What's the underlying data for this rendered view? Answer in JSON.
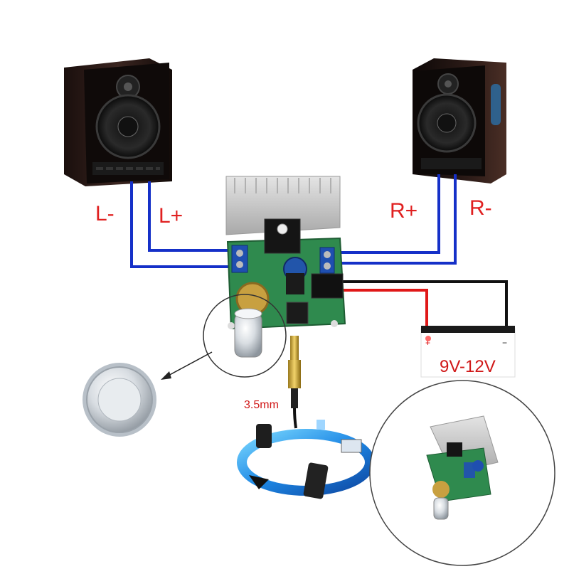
{
  "labels": {
    "left_minus": "L-",
    "left_plus": "L+",
    "right_plus": "R+",
    "right_minus": "R-",
    "battery_voltage": "9V-12V",
    "battery_pos": "+",
    "battery_neg": "−",
    "jack_size": "3.5mm"
  },
  "colors": {
    "speaker_wire": "#1530c8",
    "power_positive": "#e01818",
    "power_negative": "#111111",
    "label_red": "#e02020",
    "pcb_green": "#2f8a4e",
    "heatsink": "#c9c9c9"
  }
}
